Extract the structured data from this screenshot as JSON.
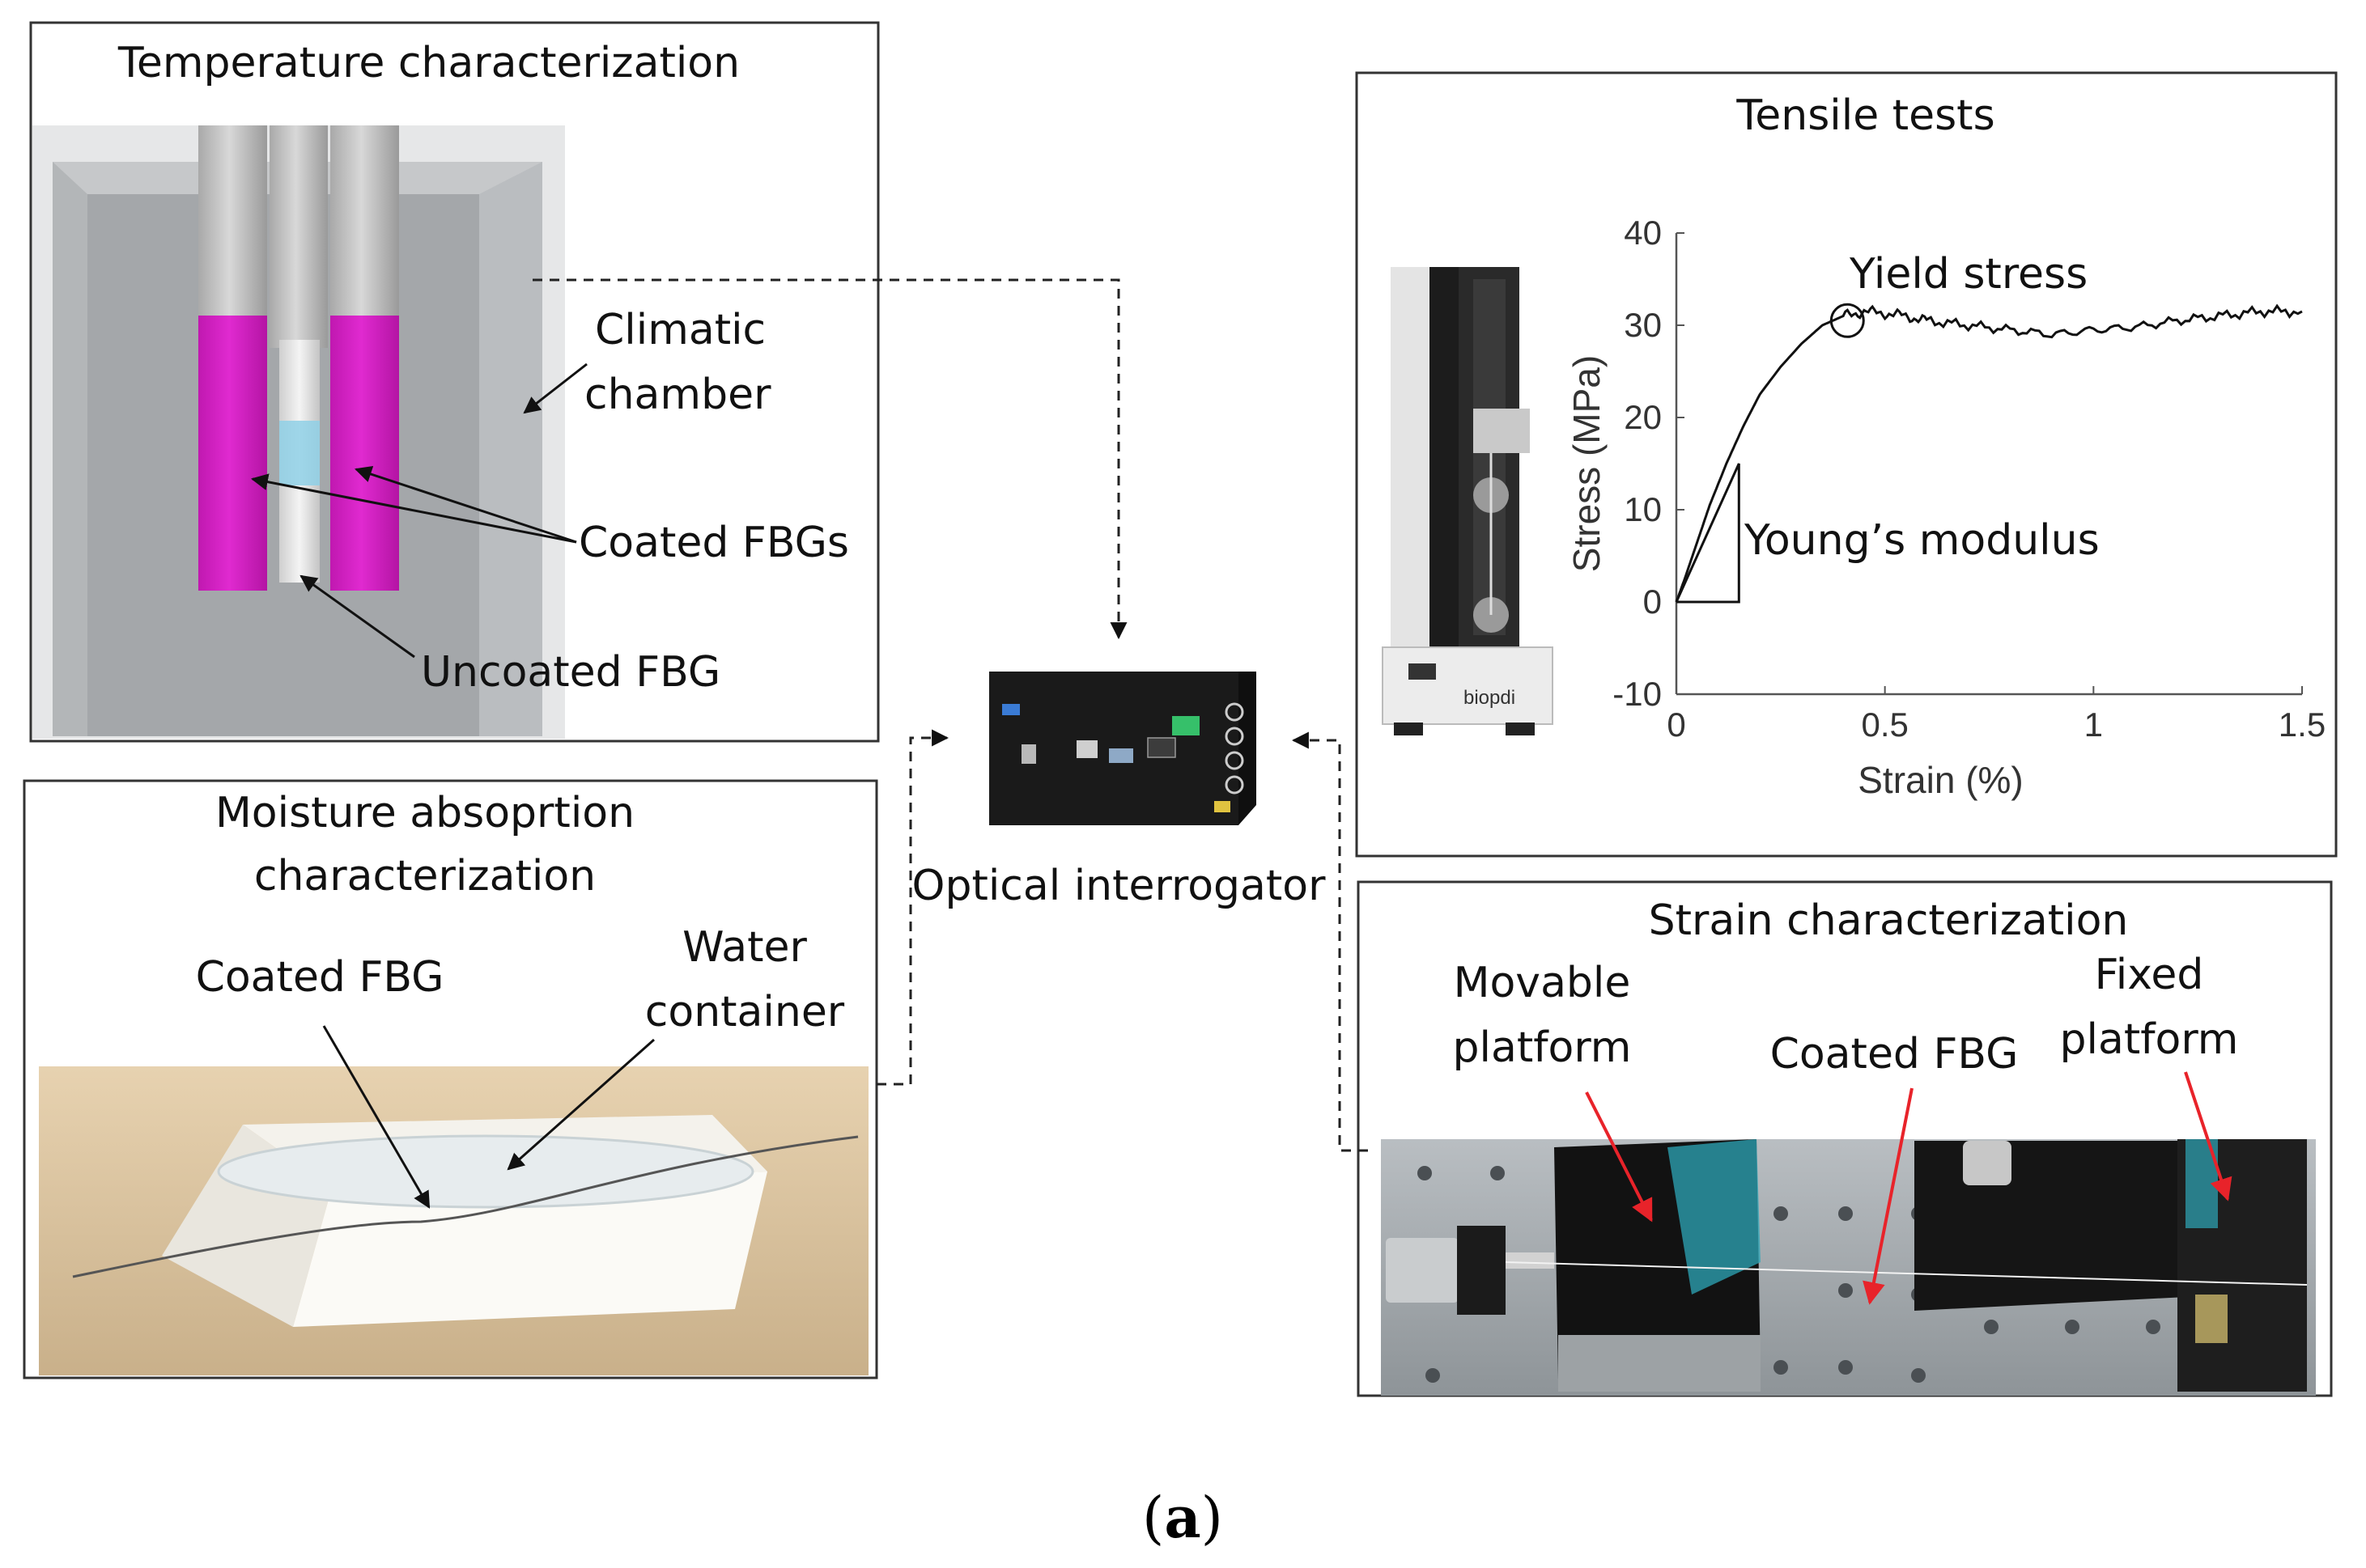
{
  "panels": {
    "temperature": {
      "title": "Temperature characterization",
      "climatic_label_1": "Climatic",
      "climatic_label_2": "chamber",
      "coated_label": "Coated FBGs",
      "uncoated_label": "Uncoated FBG"
    },
    "moisture": {
      "title_1": "Moisture absoprtion",
      "title_2": "characterization",
      "coated_label": "Coated FBG",
      "water_label_1": "Water",
      "water_label_2": "container"
    },
    "tensile": {
      "title": "Tensile tests",
      "yield_label": "Yield stress",
      "young_label": "Young’s modulus",
      "machine_brand": "biopdi"
    },
    "strain": {
      "title": "Strain characterization",
      "movable_label_1": "Movable",
      "movable_label_2": "platform",
      "coated_label": "Coated FBG",
      "fixed_label_1": "Fixed",
      "fixed_label_2": "platform"
    }
  },
  "interrogator": {
    "label": "Optical interrogator"
  },
  "caption": {
    "open": "(",
    "letter": "a",
    "close": ")"
  },
  "chart_data": {
    "type": "line",
    "xlabel": "Strain (%)",
    "ylabel": "Stress (MPa)",
    "xlim": [
      0,
      1.5
    ],
    "ylim": [
      -10,
      40
    ],
    "xticks": [
      "0",
      "0.5",
      "1",
      "1.5"
    ],
    "yticks": [
      "-10",
      "0",
      "10",
      "20",
      "30",
      "40"
    ],
    "grid": false,
    "series": [
      {
        "x": [
          0,
          0.02,
          0.05,
          0.08,
          0.12,
          0.16,
          0.2,
          0.25,
          0.3,
          0.35,
          0.4,
          0.45,
          0.5,
          0.55,
          0.6,
          0.7,
          0.8,
          0.9,
          1.0,
          1.1,
          1.2,
          1.3,
          1.4,
          1.5
        ],
        "y": [
          0,
          2.5,
          6.5,
          10.5,
          15,
          19,
          22.5,
          25.5,
          28,
          30,
          31,
          31.5,
          31.3,
          31,
          30.5,
          30,
          29.5,
          29,
          29.5,
          29.8,
          30.5,
          31,
          31.5,
          31.5
        ]
      }
    ],
    "annotations": {
      "yield_point": {
        "x": 0.41,
        "y": 30.5
      },
      "modulus_triangle": {
        "x0": 0,
        "x1": 0.15,
        "y0": 0,
        "y1": 15
      }
    }
  },
  "colors": {
    "coating": "#d51cc4",
    "chamber": "#c9cbcd",
    "water_tint": "#8fd0e6",
    "arrow_red": "#e8232a"
  }
}
